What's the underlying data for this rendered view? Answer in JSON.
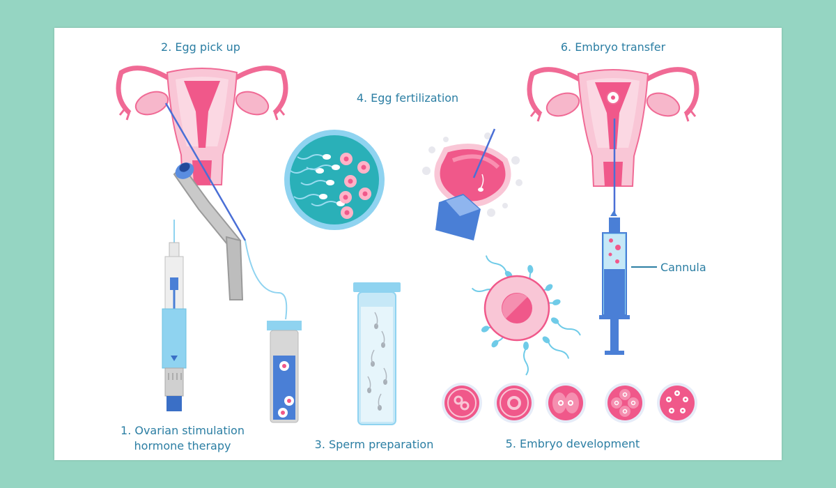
{
  "title": "IVF process steps",
  "labels": {
    "step1_line1": "1. Ovarian stimulation",
    "step1_line2": "hormone therapy",
    "step2": "2. Egg pick up",
    "step3": "3. Sperm preparation",
    "step4": "4. Egg fertilization",
    "step5": "5. Embryo development",
    "step6": "6. Embryo transfer",
    "cannula": "Cannula"
  },
  "colors": {
    "background": "#95d5c2",
    "card": "#ffffff",
    "text": "#2b7ea3",
    "pink": "#f0588a",
    "light_pink": "#f9c6d6",
    "blue": "#4a7fd6",
    "light_blue": "#8fd3f0",
    "teal": "#2ab0b8"
  }
}
